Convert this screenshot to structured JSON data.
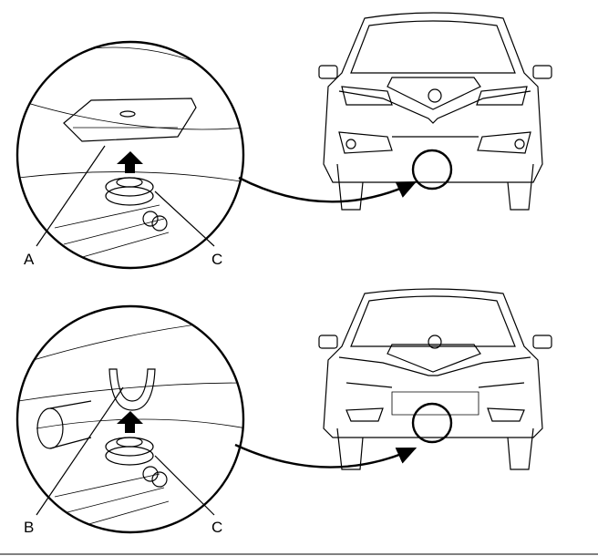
{
  "top_panel": {
    "label_a": "A",
    "label_c": "C"
  },
  "bottom_panel": {
    "label_b": "B",
    "label_c": "C"
  },
  "colors": {
    "line": "#000000",
    "divider": "#808080"
  }
}
